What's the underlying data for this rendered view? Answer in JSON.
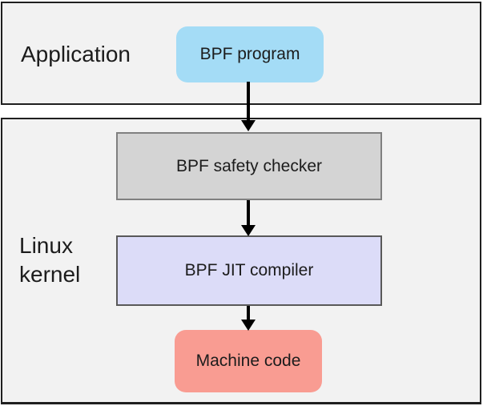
{
  "layers": {
    "application": {
      "label": "Application"
    },
    "kernel": {
      "label": "Linux kernel"
    }
  },
  "nodes": {
    "program": {
      "label": "BPF program",
      "fill": "#a4dcf6"
    },
    "checker": {
      "label": "BPF safety checker",
      "fill": "#d4d4d4",
      "border": "#808080"
    },
    "jit": {
      "label": "BPF JIT compiler",
      "fill": "#dcdcf8",
      "border": "#595959"
    },
    "machine": {
      "label": "Machine code",
      "fill": "#f99c92"
    }
  },
  "edges": [
    {
      "from": "BPF program",
      "to": "BPF safety checker"
    },
    {
      "from": "BPF safety checker",
      "to": "BPF JIT compiler"
    },
    {
      "from": "BPF JIT compiler",
      "to": "Machine code"
    }
  ],
  "colors": {
    "frame_border": "#1f1f1f",
    "frame_fill": "#f2f2f2",
    "arrow": "#000000",
    "text": "#1c1c1c",
    "background": "#ffffff"
  }
}
